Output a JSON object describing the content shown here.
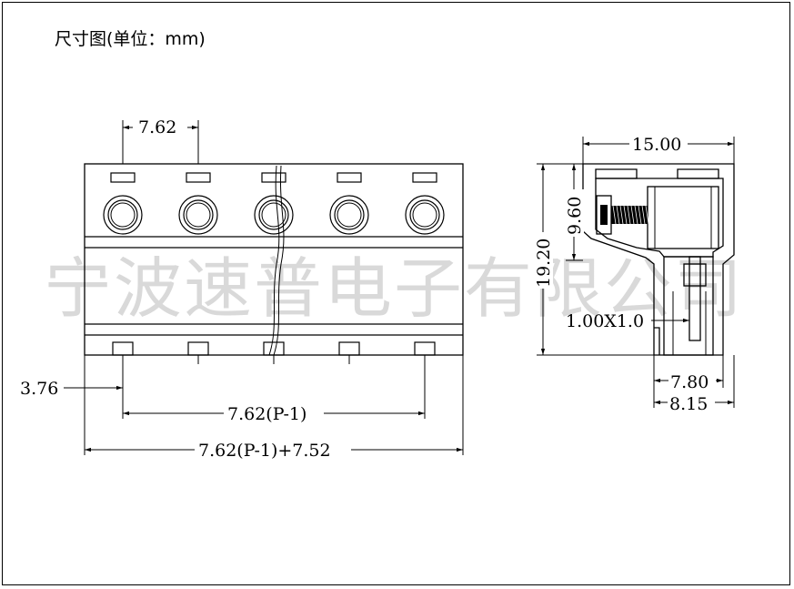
{
  "title": "尺寸图(单位：mm)",
  "watermark": "宁波速普电子有限公司",
  "front_view": {
    "pitch_label": "7.62",
    "edge_offset_label": "3.76",
    "span_label": "7.62(P-1)",
    "total_label": "7.62(P-1)+7.52"
  },
  "side_view": {
    "width_label": "15.00",
    "height_label": "19.20",
    "upper_label": "9.60",
    "pin_label": "1.00X1.0",
    "pin_width_label": "7.80",
    "base_width_label": "8.15"
  }
}
